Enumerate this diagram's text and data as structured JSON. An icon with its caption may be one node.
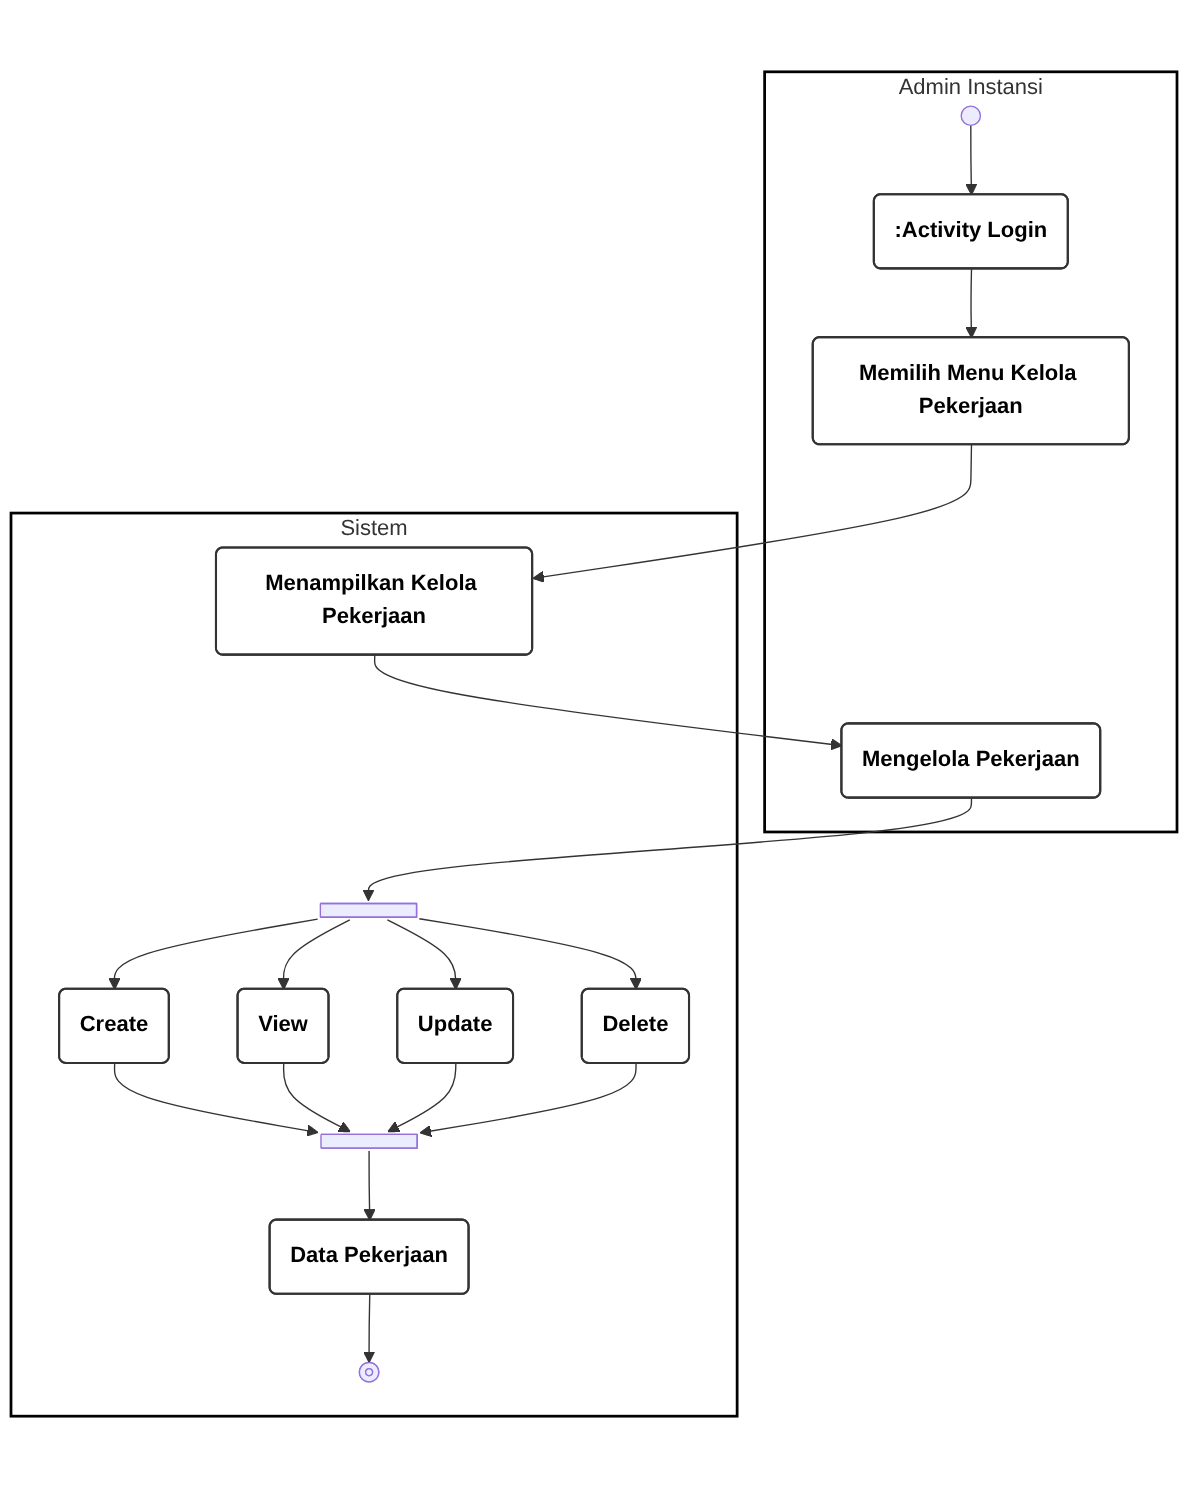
{
  "diagram": {
    "nodes": [
      {
        "text": [
          "Admin Instansi"
        ]
      },
      {
        "text": [
          "Sistem"
        ]
      },
      {
        "text": [],
        "shape": "circle",
        "in": 0
      },
      {
        "text": [
          ":Activity Login"
        ],
        "in": 0
      },
      {
        "text": [
          "Memilih Menu Kelola Pekerjaan"
        ],
        "in": 0
      },
      {
        "text": [
          "Menampilkan Kelola Pekerjaan"
        ],
        "in": 1
      },
      {
        "text": [
          "Mengelola Pekerjaan"
        ],
        "in": 0
      },
      {
        "text": [],
        "shape": "bar",
        "in": 1
      },
      {
        "text": [
          "Create"
        ],
        "in": 1
      },
      {
        "text": [
          "View"
        ],
        "in": 1
      },
      {
        "text": [
          "Update"
        ],
        "in": 1
      },
      {
        "text": [
          "Delete"
        ],
        "in": 1
      },
      {
        "text": [],
        "shape": "bar",
        "in": 1
      },
      {
        "text": [
          "Data Pekerjaan"
        ],
        "in": 1
      },
      {
        "text": [],
        "shape": "circle",
        "in": 1
      }
    ],
    "edges": [
      {
        "from": 2,
        "to": 3,
        "arrow": "to"
      },
      {
        "from": 3,
        "to": 4,
        "arrow": "to"
      },
      {
        "from": 4,
        "to": 5,
        "arrow": "to"
      },
      {
        "from": 5,
        "to": 6,
        "arrow": "to"
      },
      {
        "from": 6,
        "to": 7,
        "arrow": "to"
      },
      {
        "from": 7,
        "to": 8,
        "arrow": "to"
      },
      {
        "from": 7,
        "to": 9,
        "arrow": "to"
      },
      {
        "from": 7,
        "to": 10,
        "arrow": "to"
      },
      {
        "from": 7,
        "to": 11,
        "arrow": "to"
      },
      {
        "from": 8,
        "to": 12,
        "arrow": "to"
      },
      {
        "from": 9,
        "to": 12,
        "arrow": "to"
      },
      {
        "from": 10,
        "to": 12,
        "arrow": "to"
      },
      {
        "from": 11,
        "to": 12,
        "arrow": "to"
      },
      {
        "from": 12,
        "to": 13,
        "arrow": "to"
      },
      {
        "from": 13,
        "to": 14,
        "arrow": "to"
      }
    ]
  }
}
